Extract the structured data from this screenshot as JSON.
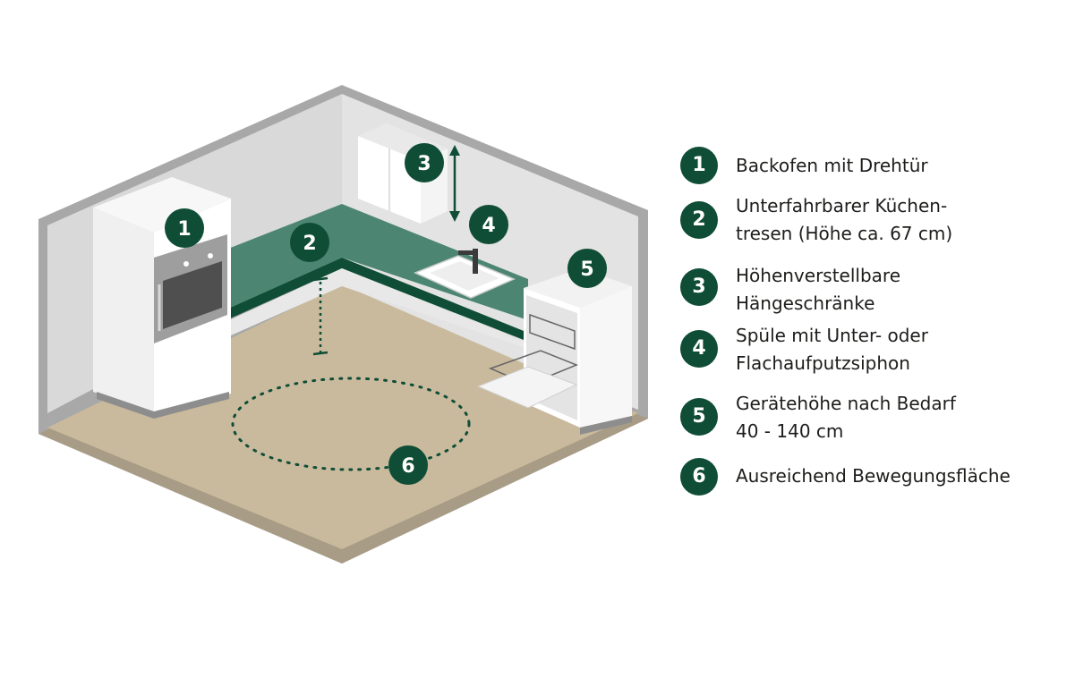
{
  "colors": {
    "badge": "#0f4d36",
    "counter_dark": "#0f4d36",
    "backsplash": "#4d8573",
    "floor": "#c8b99c",
    "wall_light": "#dcdcdc",
    "wall_outline": "#a8a8a8",
    "appliance": "#ffffff"
  },
  "diagram": {
    "markers": [
      "1",
      "2",
      "3",
      "4",
      "5",
      "6"
    ]
  },
  "legend": [
    {
      "number": "1",
      "lines": [
        "Backofen mit Drehtür"
      ],
      "icon": "number-badge"
    },
    {
      "number": "2",
      "lines": [
        "Unterfahrbarer Küchen-",
        "tresen (Höhe ca. 67 cm)"
      ],
      "icon": "number-badge"
    },
    {
      "number": "3",
      "lines": [
        "Höhenverstellbare",
        "Hängeschränke"
      ],
      "icon": "number-badge"
    },
    {
      "number": "4",
      "lines": [
        "Spüle mit Unter- oder",
        "Flachaufputzsiphon"
      ],
      "icon": "number-badge"
    },
    {
      "number": "5",
      "lines": [
        "Gerätehöhe nach Bedarf",
        "40 - 140 cm"
      ],
      "icon": "number-badge"
    },
    {
      "number": "6",
      "lines": [
        "Ausreichend Bewegungsfläche"
      ],
      "icon": "number-badge"
    }
  ]
}
